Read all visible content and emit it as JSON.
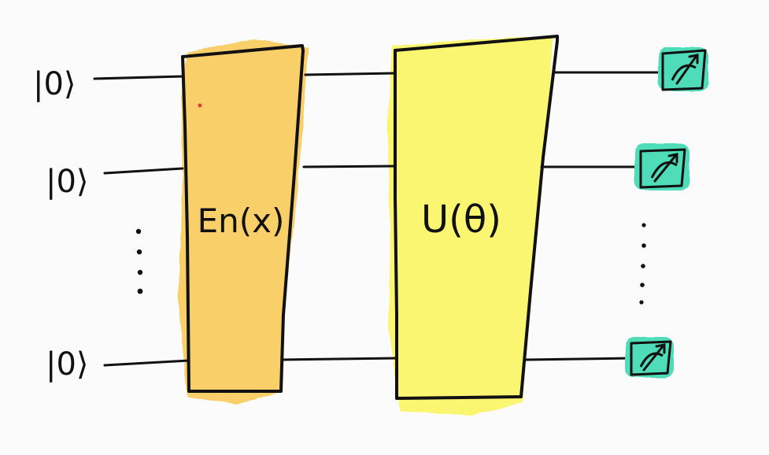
{
  "inputs": [
    {
      "label": "|0⟩"
    },
    {
      "label": "|0⟩"
    },
    {
      "label": "|0⟩"
    }
  ],
  "encoder": {
    "label": "En(x)",
    "color": "#F8CF67"
  },
  "ansatz": {
    "label": "U(θ)",
    "color": "#FBF671"
  },
  "meter": {
    "color": "#4FDCB8",
    "count": 3
  },
  "ink_color": "#111111",
  "ellipsis": "⋮"
}
